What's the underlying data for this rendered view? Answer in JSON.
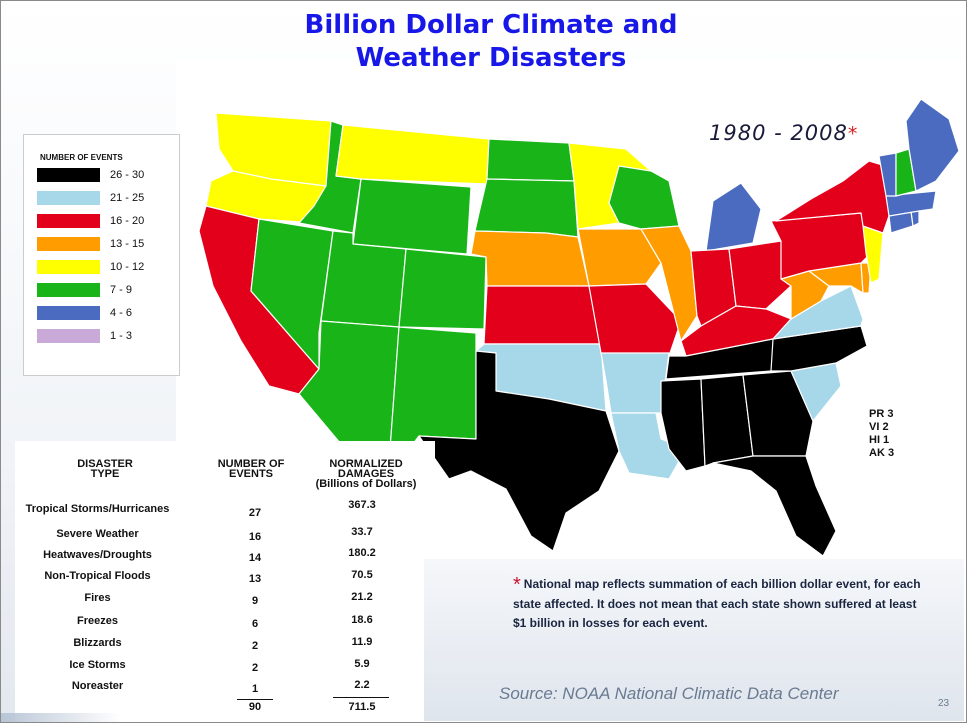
{
  "title_line1": "Billion Dollar Climate and",
  "title_line2": "Weather Disasters",
  "years": "1980 - 2008",
  "years_asterisk": "*",
  "legend": {
    "title": "NUMBER OF EVENTS",
    "items": [
      {
        "range": "26 - 30",
        "color": "#000000"
      },
      {
        "range": "21 - 25",
        "color": "#a7d8ea"
      },
      {
        "range": "16 - 20",
        "color": "#e3001b"
      },
      {
        "range": "13 - 15",
        "color": "#ff9c00"
      },
      {
        "range": "10 - 12",
        "color": "#ffff00"
      },
      {
        "range": "7 - 9",
        "color": "#18b418"
      },
      {
        "range": "4 - 6",
        "color": "#4a6bbf"
      },
      {
        "range": "1 - 3",
        "color": "#c8a9d8"
      }
    ]
  },
  "territories": [
    "PR 3",
    "VI 2",
    "HI 1",
    "AK 3"
  ],
  "table": {
    "header_type": [
      "DISASTER",
      "TYPE"
    ],
    "header_events": [
      "NUMBER OF",
      "EVENTS"
    ],
    "header_damages": [
      "NORMALIZED",
      "DAMAGES",
      "(Billions of Dollars)"
    ],
    "rows": [
      {
        "type": "Tropical Storms/Hurricanes",
        "events": "27",
        "damages": "367.3"
      },
      {
        "type": "Severe Weather",
        "events": "16",
        "damages": "33.7"
      },
      {
        "type": "Heatwaves/Droughts",
        "events": "14",
        "damages": "180.2"
      },
      {
        "type": "Non-Tropical Floods",
        "events": "13",
        "damages": "70.5"
      },
      {
        "type": "Fires",
        "events": "9",
        "damages": "21.2"
      },
      {
        "type": "Freezes",
        "events": "6",
        "damages": "18.6"
      },
      {
        "type": "Blizzards",
        "events": "2",
        "damages": "11.9"
      },
      {
        "type": "Ice Storms",
        "events": "2",
        "damages": "5.9"
      },
      {
        "type": "Noreaster",
        "events": "1",
        "damages": "2.2"
      }
    ],
    "total_events": "90",
    "total_damages": "711.5"
  },
  "note_asterisk": "*",
  "note": "National map reflects summation of each billion dollar event, for each state affected. It does not mean that each state shown suffered at least $1 billion in losses for each event.",
  "source": "Source: NOAA National Climatic Data Center",
  "page_number": "23",
  "states": [
    {
      "name": "WA",
      "count": 11
    },
    {
      "name": "OR",
      "count": 11
    },
    {
      "name": "CA",
      "count": 16
    },
    {
      "name": "ID",
      "count": 8
    },
    {
      "name": "NV",
      "count": 8
    },
    {
      "name": "MT",
      "count": 11
    },
    {
      "name": "WY",
      "count": 8
    },
    {
      "name": "UT",
      "count": 8
    },
    {
      "name": "CO",
      "count": 8
    },
    {
      "name": "AZ",
      "count": 8
    },
    {
      "name": "NM",
      "count": 8
    },
    {
      "name": "ND",
      "count": 8
    },
    {
      "name": "SD",
      "count": 8
    },
    {
      "name": "NE",
      "count": 14
    },
    {
      "name": "KS",
      "count": 17
    },
    {
      "name": "OK",
      "count": 22
    },
    {
      "name": "TX",
      "count": 27
    },
    {
      "name": "MN",
      "count": 11
    },
    {
      "name": "IA",
      "count": 14
    },
    {
      "name": "MO",
      "count": 17
    },
    {
      "name": "AR",
      "count": 22
    },
    {
      "name": "LA",
      "count": 22
    },
    {
      "name": "WI",
      "count": 8
    },
    {
      "name": "IL",
      "count": 14
    },
    {
      "name": "MI",
      "count": 5
    },
    {
      "name": "IN",
      "count": 17
    },
    {
      "name": "OH",
      "count": 17
    },
    {
      "name": "KY",
      "count": 17
    },
    {
      "name": "TN",
      "count": 26
    },
    {
      "name": "MS",
      "count": 27
    },
    {
      "name": "AL",
      "count": 27
    },
    {
      "name": "GA",
      "count": 27
    },
    {
      "name": "FL",
      "count": 27
    },
    {
      "name": "SC",
      "count": 22
    },
    {
      "name": "NC",
      "count": 27
    },
    {
      "name": "VA",
      "count": 22
    },
    {
      "name": "WV",
      "count": 14
    },
    {
      "name": "MD",
      "count": 14
    },
    {
      "name": "DE",
      "count": 14
    },
    {
      "name": "PA",
      "count": 17
    },
    {
      "name": "NJ",
      "count": 11
    },
    {
      "name": "NY",
      "count": 17
    },
    {
      "name": "CT",
      "count": 5
    },
    {
      "name": "RI",
      "count": 5
    },
    {
      "name": "MA",
      "count": 5
    },
    {
      "name": "VT",
      "count": 5
    },
    {
      "name": "NH",
      "count": 8
    },
    {
      "name": "ME",
      "count": 5
    }
  ]
}
